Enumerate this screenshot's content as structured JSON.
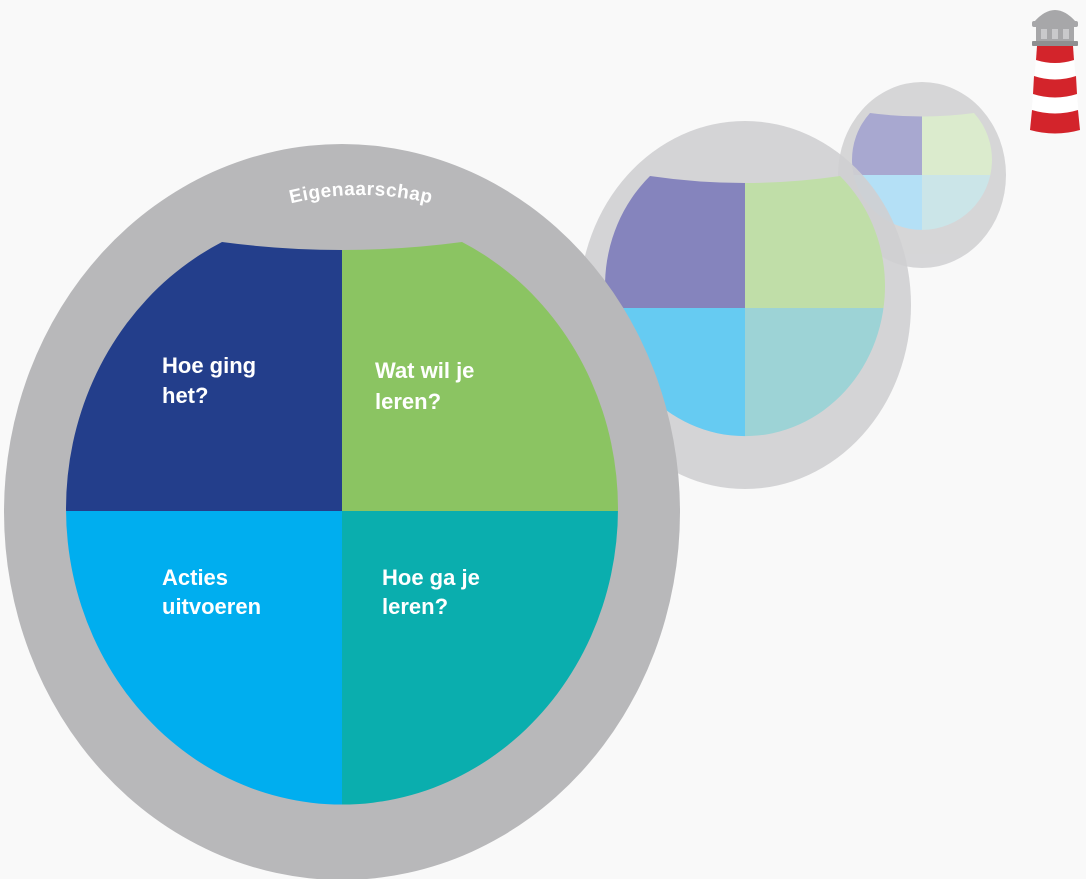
{
  "diagram": {
    "ring_label": "Eigenaarschap",
    "quadrants": [
      {
        "id": "top-left",
        "lines": [
          "Hoe ging",
          "het?"
        ],
        "color": "#233e8b"
      },
      {
        "id": "top-right",
        "lines": [
          "Wat wil je",
          "leren?"
        ],
        "color": "#8bc462"
      },
      {
        "id": "bottom-left",
        "lines": [
          "Acties",
          "uitvoeren"
        ],
        "color": "#00aeef"
      },
      {
        "id": "bottom-right",
        "lines": [
          "Hoe ga je",
          "leren?"
        ],
        "color": "#0aaeae"
      }
    ],
    "ring_color": "#b8b8ba",
    "background": "#f9f9f9"
  },
  "lighthouse": {
    "icon": "lighthouse-icon",
    "colors": {
      "stripe_red": "#d3242b",
      "stripe_white": "#ffffff",
      "cap": "#a7a7a9"
    }
  }
}
